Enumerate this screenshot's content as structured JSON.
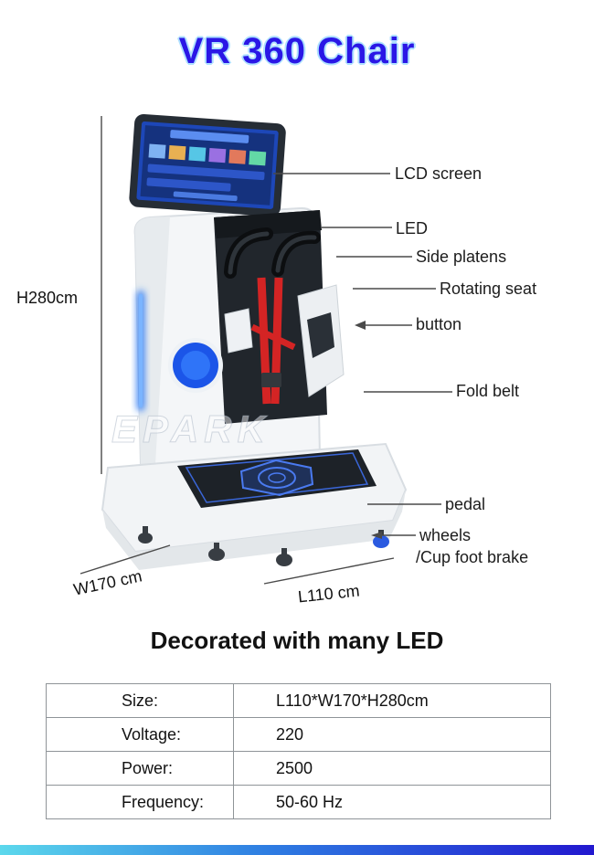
{
  "title": "VR 360 Chair",
  "subtitle": "Decorated with many LED",
  "watermark": "EPARK",
  "dimensions": {
    "height": "H280cm",
    "width": "W170 cm",
    "length": "L110  cm"
  },
  "callouts": [
    {
      "label": "LCD screen"
    },
    {
      "label": "LED"
    },
    {
      "label": "Side platens"
    },
    {
      "label": "Rotating seat"
    },
    {
      "label": "button"
    },
    {
      "label": "Fold belt"
    },
    {
      "label": "pedal"
    },
    {
      "label": "wheels"
    },
    {
      "label": "/Cup foot brake"
    }
  ],
  "spec_table": {
    "rows": [
      {
        "key": "Size:",
        "value": "L110*W170*H280cm"
      },
      {
        "key": "Voltage:",
        "value": "220"
      },
      {
        "key": "Power:",
        "value": "2500"
      },
      {
        "key": "Frequency:",
        "value": "50-60 Hz"
      }
    ]
  },
  "colors": {
    "title_blue": "#2a17e6",
    "title_halo": "#aee0ff",
    "led_blue": "#2f7cf4",
    "belt_red": "#d42424",
    "footer_gradient_left": "#5cd8ec",
    "footer_gradient_right": "#2218cf",
    "table_border": "#8f9498"
  }
}
